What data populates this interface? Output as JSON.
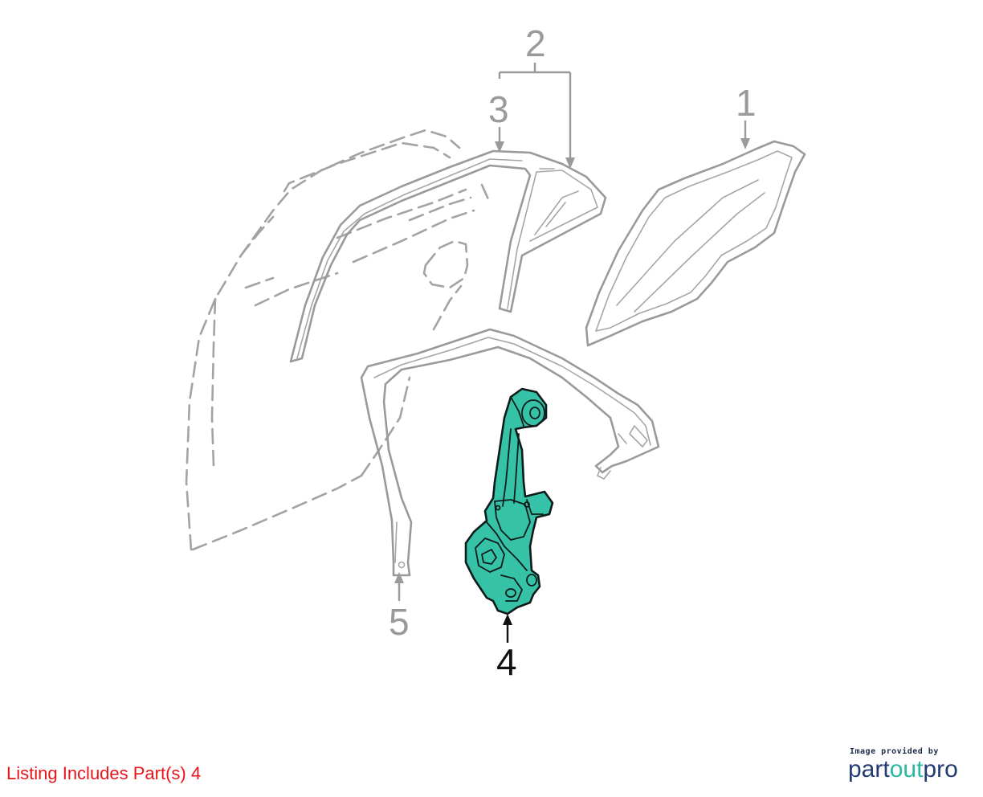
{
  "diagram": {
    "callouts": [
      {
        "id": "1",
        "label": "1"
      },
      {
        "id": "2",
        "label": "2"
      },
      {
        "id": "3",
        "label": "3"
      },
      {
        "id": "4",
        "label": "4"
      },
      {
        "id": "5",
        "label": "5"
      }
    ],
    "highlighted_part": "4",
    "highlight_color": "#35c2a6"
  },
  "footer": {
    "listing_text": "Listing Includes Part(s) 4",
    "listing_color": "#e8141b",
    "provider_caption": "Image provided by",
    "provider_logo_part1": "part",
    "provider_logo_part2": "out",
    "provider_logo_part3": "pro"
  }
}
